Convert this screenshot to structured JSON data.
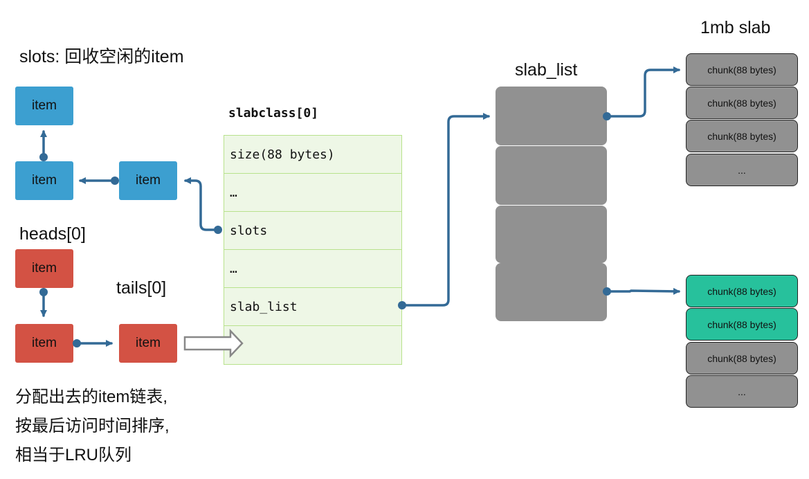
{
  "labels": {
    "slots_title": "slots: 回收空闲的item",
    "heads": "heads[0]",
    "tails": "tails[0]",
    "slabclass_title": "slabclass[0]",
    "slab_list_title": "slab_list",
    "slab_title": "1mb slab"
  },
  "slots_items": [
    "item",
    "item",
    "item"
  ],
  "lru_items": [
    "item",
    "item",
    "item"
  ],
  "slabclass_rows": [
    "size(88 bytes)",
    "…",
    "slots",
    "…",
    "slab_list",
    ""
  ],
  "slab_top_chunks": [
    "chunk(88 bytes)",
    "chunk(88 bytes)",
    "chunk(88 bytes)",
    "..."
  ],
  "slab_bottom_chunks": [
    "chunk(88 bytes)",
    "chunk(88 bytes)",
    "chunk(88 bytes)",
    "..."
  ],
  "caption": [
    "分配出去的item链表,",
    "按最后访问时间排序,",
    "相当于LRU队列"
  ],
  "colors": {
    "free_item": "#3c9fd0",
    "lru_item": "#d35244",
    "connector": "#336a96",
    "slabclass_fill": "#eef7e6",
    "slabclass_border": "#b8e28c",
    "slab_block": "#919191",
    "chunk_used": "#27c19c",
    "chunk_free": "#919191"
  }
}
